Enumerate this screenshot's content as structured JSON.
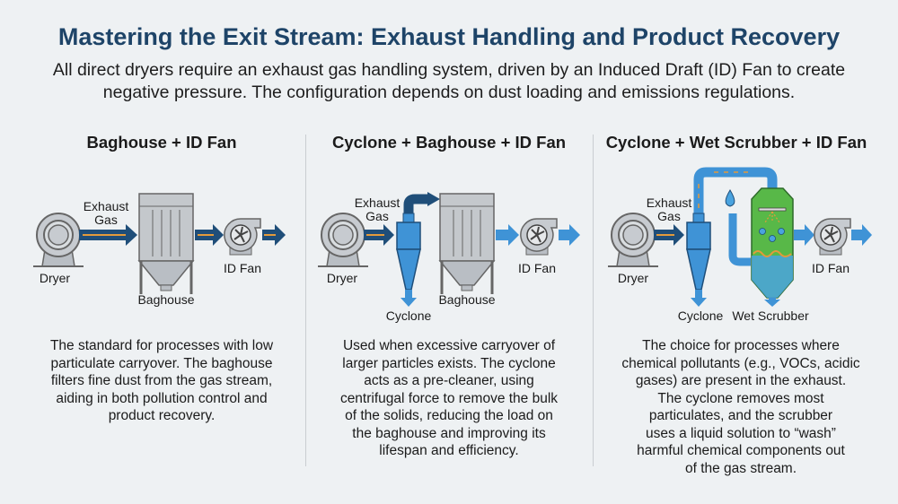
{
  "header": {
    "title": "Mastering the Exit Stream: Exhaust Handling and Product Recovery",
    "subtitle_lines": [
      "All direct dryers require an exhaust gas handling system, driven by an Induced Draft (ID) Fan to create",
      "negative pressure. The configuration depends on dust loading and emissions regulations."
    ]
  },
  "colors": {
    "title": "#1e4468",
    "duct": "#1f4e79",
    "flow": "#e39a3b",
    "cyclone": "#3f93d6",
    "scrubber": "#58b848",
    "steel": "#b9bec4"
  },
  "columns": [
    {
      "heading": "Baghouse + ID Fan",
      "labels": {
        "exhaust_1": "Exhaust",
        "exhaust_2": "Gas",
        "dryer": "Dryer",
        "baghouse": "Baghouse",
        "fan": "ID Fan"
      },
      "description": [
        "The standard for processes with low",
        "particulate carryover. The baghouse",
        "filters fine dust from the gas stream,",
        "aiding in both pollution control and",
        "product recovery."
      ]
    },
    {
      "heading": "Cyclone + Baghouse + ID Fan",
      "labels": {
        "exhaust_1": "Exhaust",
        "exhaust_2": "Gas",
        "dryer": "Dryer",
        "cyclone": "Cyclone",
        "baghouse": "Baghouse",
        "fan": "ID Fan"
      },
      "description": [
        "Used when excessive carryover of",
        "larger particles exists. The cyclone",
        "acts as a pre-cleaner, using",
        "centrifugal force to remove the bulk",
        "of the solids, reducing the load on",
        "the baghouse and improving its",
        "lifespan and efficiency."
      ]
    },
    {
      "heading": "Cyclone + Wet Scrubber + ID Fan",
      "labels": {
        "exhaust_1": "Exhaust",
        "exhaust_2": "Gas",
        "dryer": "Dryer",
        "cyclone": "Cyclone",
        "scrubber": "Wet Scrubber",
        "fan": "ID Fan"
      },
      "description": [
        "The choice for processes where",
        "chemical pollutants (e.g., VOCs, acidic",
        "gases) are present in the exhaust.",
        "The cyclone removes most",
        "particulates, and the scrubber",
        "uses a liquid solution to “wash”",
        "harmful chemical components out",
        "of the gas stream."
      ]
    }
  ]
}
